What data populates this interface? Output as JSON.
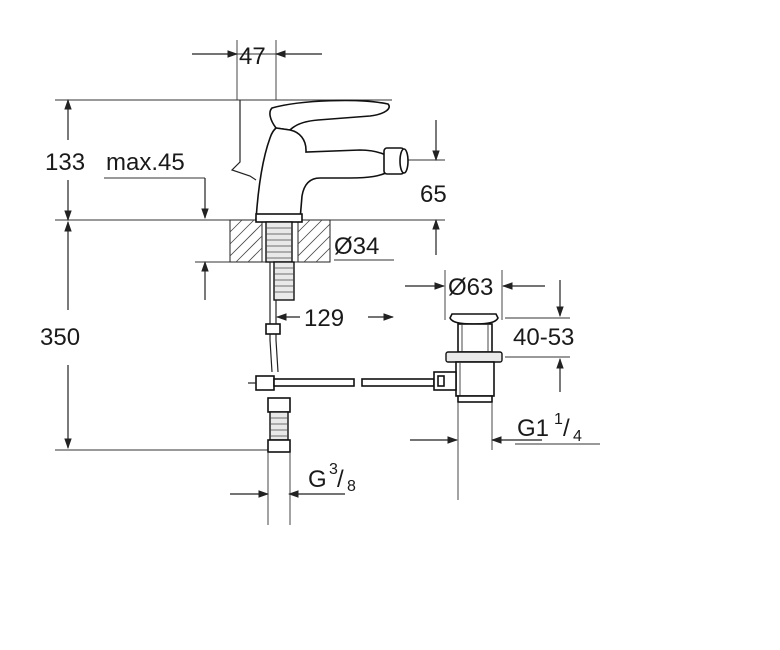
{
  "dimensions": {
    "spout_offset": "47",
    "total_height": "133",
    "max_deck": "max.45",
    "outlet_height": "65",
    "hole_diameter": "Ø34",
    "overall_depth": "350",
    "waste_offset": "129",
    "waste_diameter": "Ø63",
    "waste_range": "40-53",
    "waste_thread_main": "G1",
    "waste_thread_num": "1",
    "waste_thread_den": "4",
    "supply_thread_main": "G",
    "supply_thread_num": "3",
    "supply_thread_den": "8"
  }
}
